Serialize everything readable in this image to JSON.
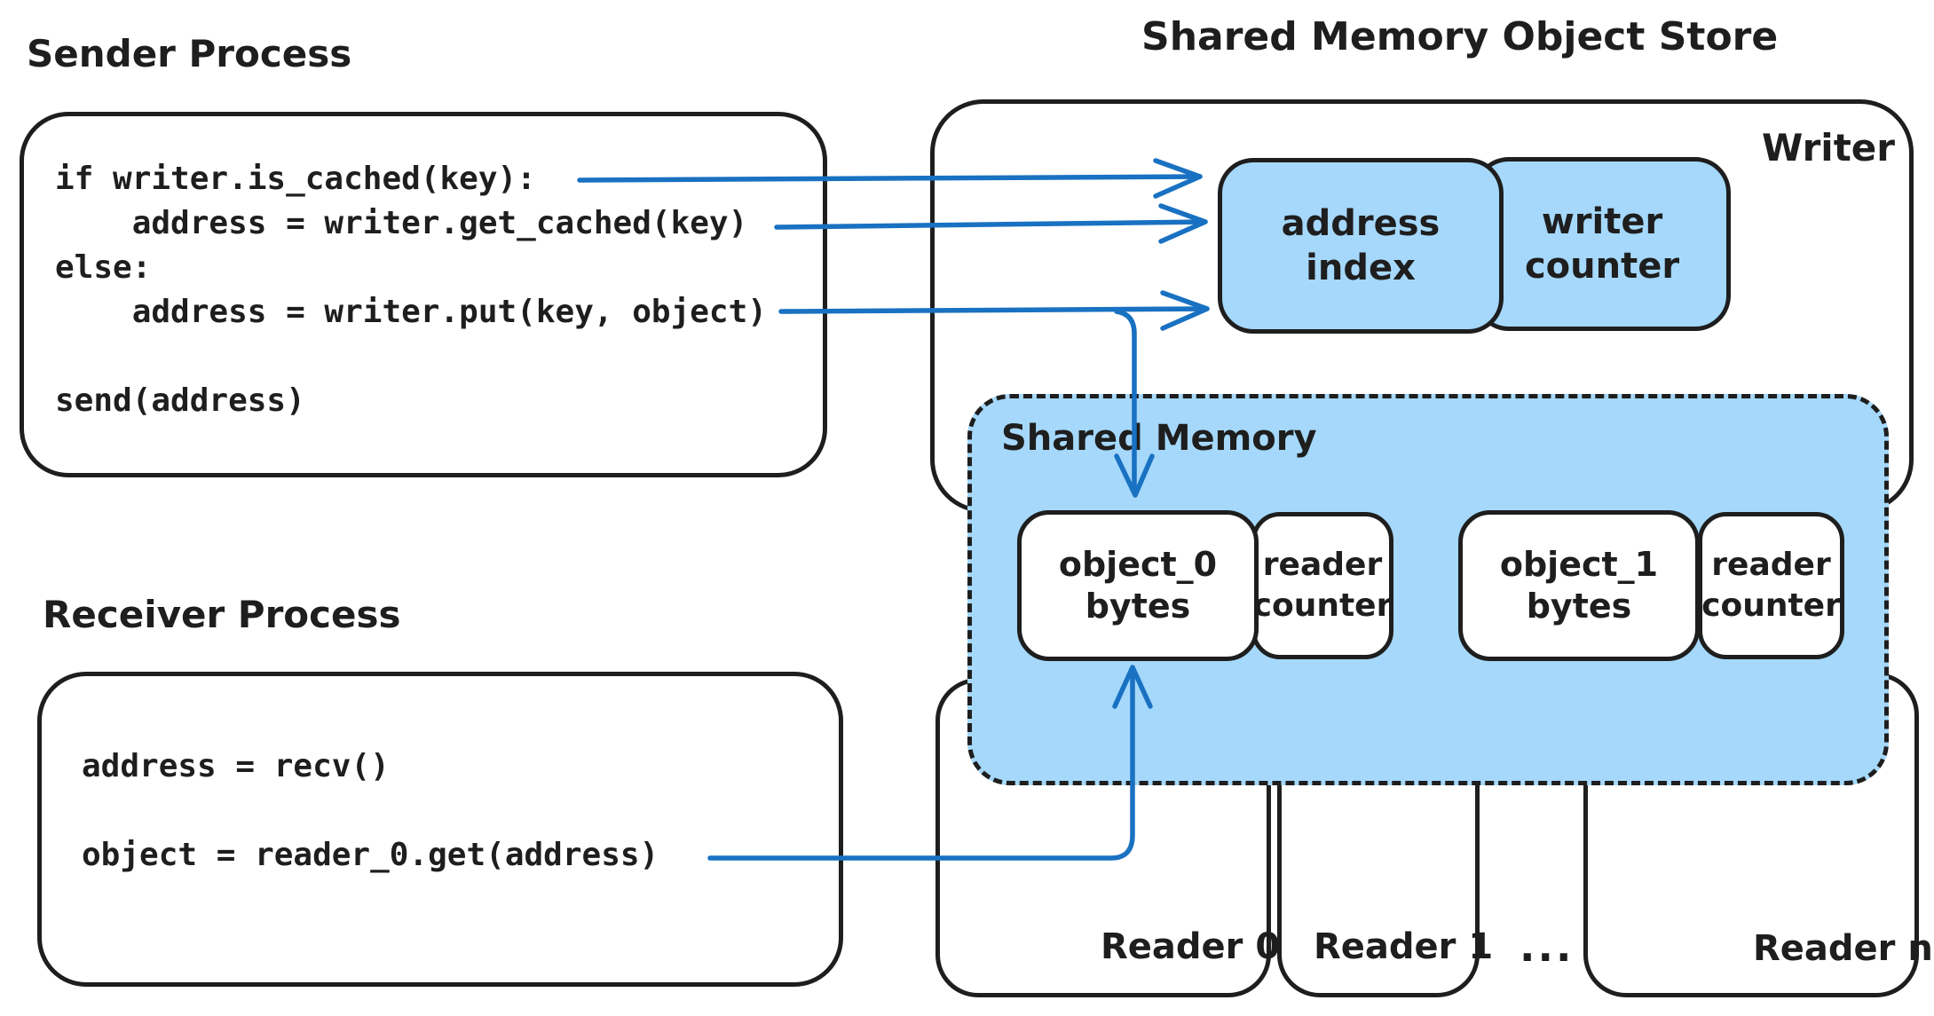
{
  "colors": {
    "ink": "#1e1e1e",
    "fill_blue": "#a5d8fa",
    "arrow_blue": "#1971c2",
    "background": "#ffffff"
  },
  "sender": {
    "title": "Sender Process",
    "code_lines": [
      "if writer.is_cached(key):",
      "    address = writer.get_cached(key)",
      "else:",
      "    address = writer.put(key, object)",
      "",
      "send(address)"
    ]
  },
  "receiver": {
    "title": "Receiver Process",
    "code_lines": [
      "address = recv()",
      "",
      "object = reader_0.get(address)"
    ]
  },
  "store": {
    "title": "Shared Memory Object Store",
    "writer": {
      "label": "Writer",
      "address_index": [
        "address",
        "index"
      ],
      "writer_counter": [
        "writer",
        "counter"
      ]
    },
    "shared_memory": {
      "label": "Shared Memory",
      "slots": [
        {
          "object": [
            "object_0",
            "bytes"
          ],
          "counter": [
            "reader",
            "counter"
          ]
        },
        {
          "object": [
            "object_1",
            "bytes"
          ],
          "counter": [
            "reader",
            "counter"
          ]
        }
      ]
    },
    "readers": {
      "labels": [
        "Reader 0",
        "Reader 1",
        "Reader n"
      ],
      "ellipsis": "..."
    }
  }
}
